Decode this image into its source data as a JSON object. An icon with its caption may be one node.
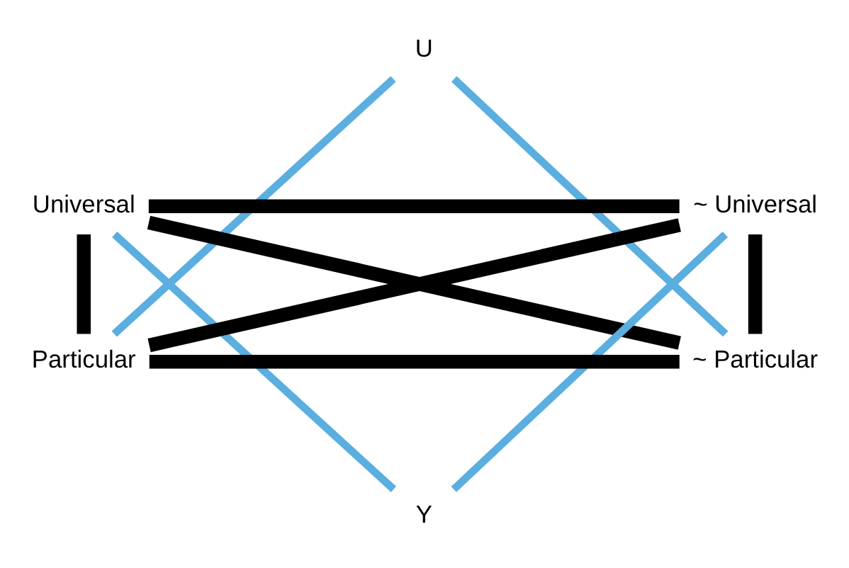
{
  "diagram": {
    "nodes": [
      {
        "text": [
          "U"
        ]
      },
      {
        "text": [
          "Universal"
        ]
      },
      {
        "text": [
          "~ Universal"
        ]
      },
      {
        "text": [
          "Particular"
        ]
      },
      {
        "text": [
          "~ Particular"
        ]
      },
      {
        "text": [
          "Y"
        ]
      }
    ],
    "edges": [
      {
        "from": 1,
        "to": 2,
        "arrow": "none"
      },
      {
        "from": 3,
        "to": 4,
        "arrow": "none"
      },
      {
        "from": 1,
        "to": 3,
        "arrow": "none"
      },
      {
        "from": 2,
        "to": 4,
        "arrow": "none"
      },
      {
        "from": 1,
        "to": 4,
        "arrow": "none"
      },
      {
        "from": 2,
        "to": 3,
        "arrow": "none"
      },
      {
        "from": 0,
        "to": 3,
        "arrow": "none",
        "color": "#5aaee0"
      },
      {
        "from": 0,
        "to": 4,
        "arrow": "none",
        "color": "#5aaee0"
      },
      {
        "from": 1,
        "to": 5,
        "arrow": "none",
        "color": "#5aaee0"
      },
      {
        "from": 2,
        "to": 5,
        "arrow": "none",
        "color": "#5aaee0"
      }
    ]
  }
}
